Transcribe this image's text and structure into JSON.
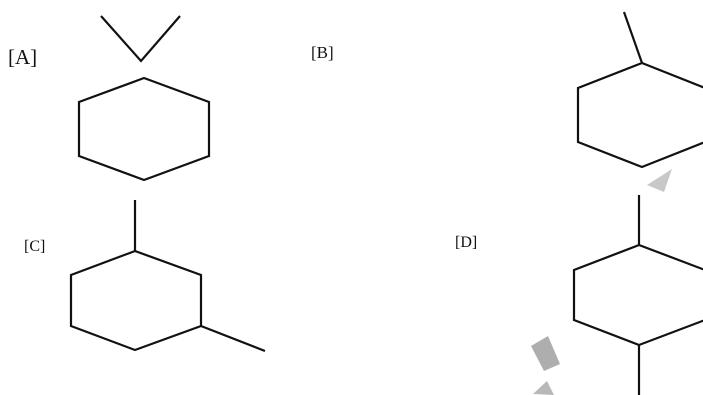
{
  "options": [
    {
      "id": "A",
      "label": "[A]",
      "structure": "hexagon-with-v-above"
    },
    {
      "id": "B",
      "label": "[B]",
      "structure": "hexagon-with-upper-left-bond"
    },
    {
      "id": "C",
      "label": "[C]",
      "structure": "hexagon-1-3-substituted"
    },
    {
      "id": "D",
      "label": "[D]",
      "structure": "hexagon-1-4-substituted"
    }
  ],
  "colors": {
    "line": "#111111",
    "background": "#ffffff",
    "smudge": "#9a9a9a"
  }
}
